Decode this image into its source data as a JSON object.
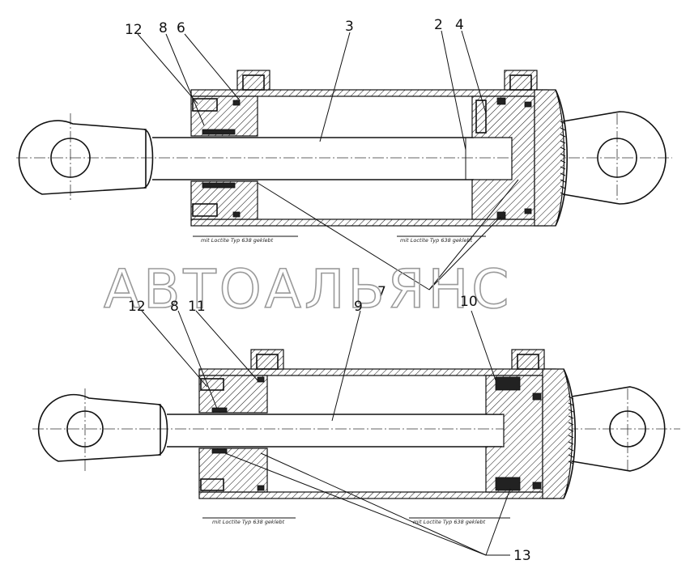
{
  "watermark": "АВТОАЛЬЯНС",
  "part_labels": {
    "top": [
      "12",
      "8",
      "6",
      "3",
      "2",
      "4",
      "7"
    ],
    "bottom": [
      "12",
      "8",
      "11",
      "9",
      "10",
      "13"
    ]
  },
  "notes": {
    "top_left": "mit Loctite Typ 638 geklebt",
    "top_right": "mit Loctite Typ 638 geklebt",
    "bottom_left": "mit Loctite Typ 638 geklebt",
    "bottom_right": "mit Loctite Typ 638 geklebt"
  }
}
